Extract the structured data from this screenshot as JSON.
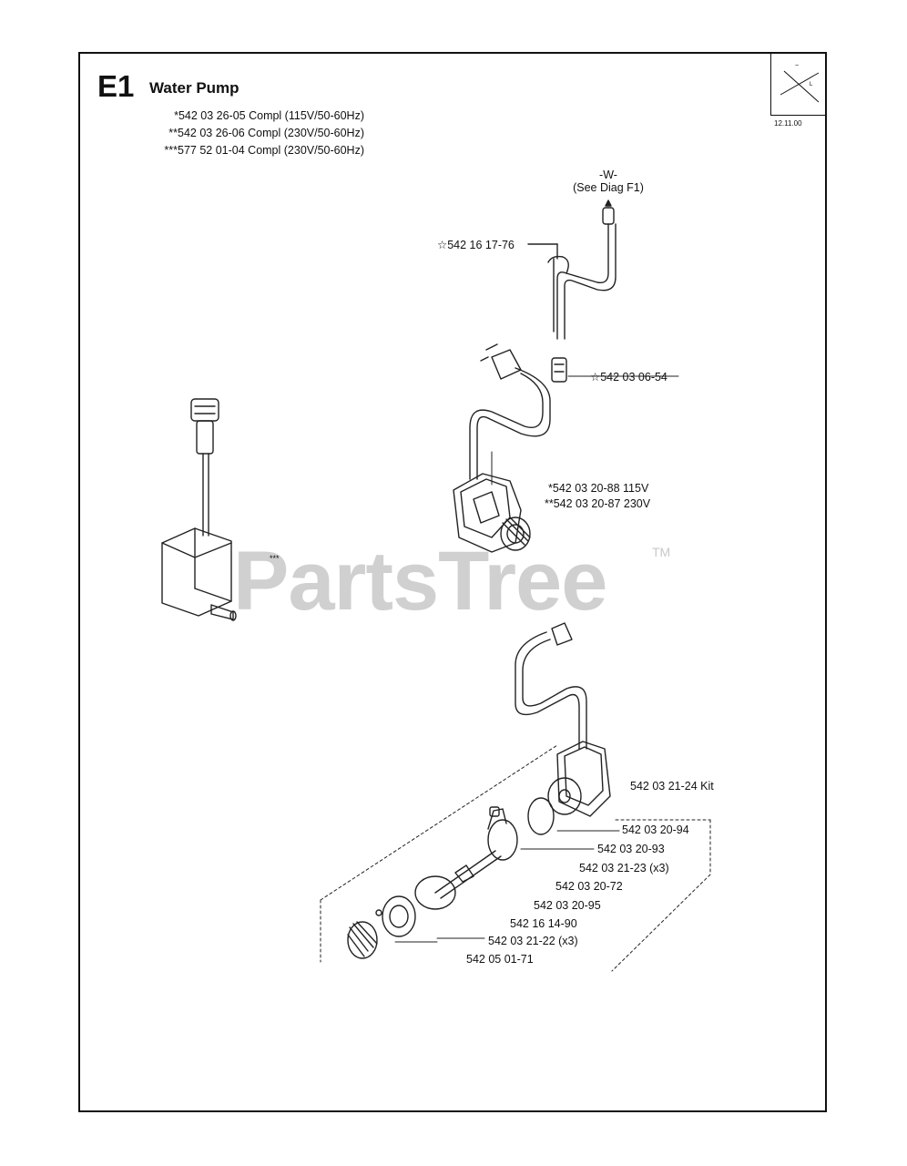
{
  "header": {
    "section_code": "E1",
    "section_title": "Water Pump",
    "assemblies": [
      "*542 03 26-05 Compl (115V/50-60Hz)",
      "**542 03 26-06 Compl (230V/50-60Hz)",
      "***577 52 01-04 Compl (230V/50-60Hz)"
    ],
    "date": "12.11.00"
  },
  "watermark": {
    "text": "PartsTree",
    "tm": "TM"
  },
  "labels": {
    "w_ref_1": "-W-",
    "w_ref_2": "(See Diag F1)",
    "hose": "☆542 16 17-76",
    "nipple": "☆542 03 06-54",
    "pump_115": "*542 03 20-88 115V",
    "pump_230": "**542 03 20-87 230V",
    "submersible": "***",
    "kit": "542 03 21-24 Kit",
    "p1": "542 03 20-94",
    "p2": "542 03 20-93",
    "p3": "542 03 21-23 (x3)",
    "p4": "542 03 20-72",
    "p5": "542 03 20-95",
    "p6": "542 16 14-90",
    "p7": "542 03 21-22 (x3)",
    "p8": "542 05 01-71"
  }
}
